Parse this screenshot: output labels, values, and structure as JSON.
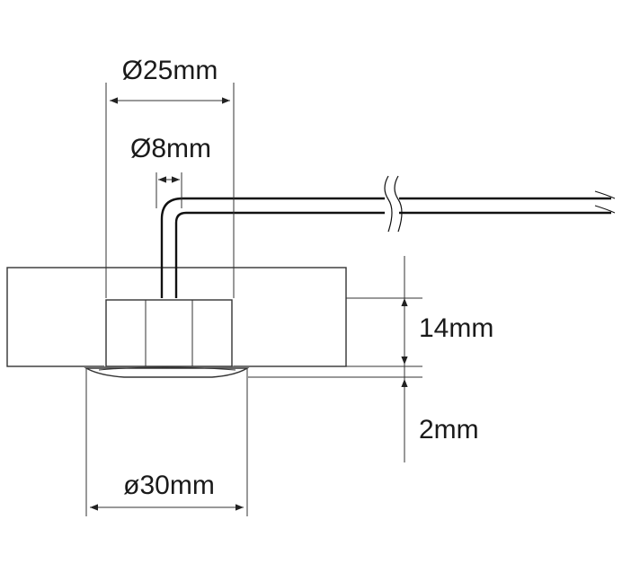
{
  "labels": {
    "outer_diameter": "Ø25mm",
    "cable_diameter": "Ø8mm",
    "height": "14mm",
    "bezel": "2mm",
    "flange_diameter": "ø30mm"
  },
  "colors": {
    "line": "#333333",
    "hatch": "#8a8a8a",
    "cable": "#111111"
  }
}
